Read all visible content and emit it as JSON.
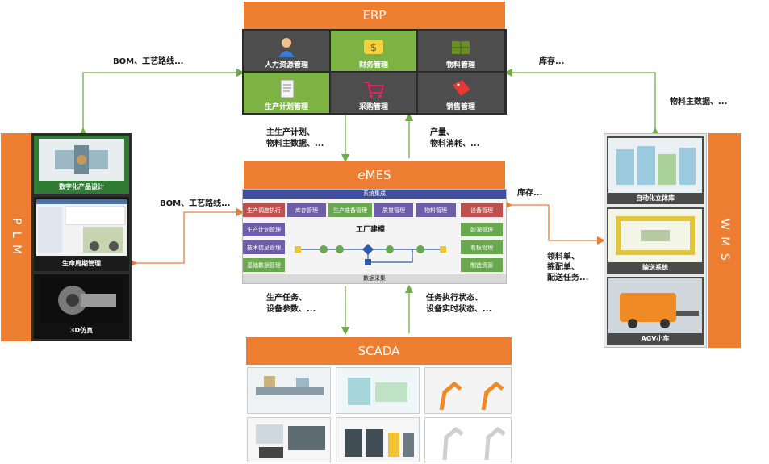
{
  "erp": {
    "title": "ERP",
    "modules": [
      {
        "label": "人力资源管理",
        "icon": "person-icon",
        "color": "#4d4d4d"
      },
      {
        "label": "财务管理",
        "icon": "money-icon",
        "color": "#7cb342"
      },
      {
        "label": "物料管理",
        "icon": "crate-icon",
        "color": "#4d4d4d"
      },
      {
        "label": "生产计划管理",
        "icon": "document-icon",
        "color": "#7cb342"
      },
      {
        "label": "采购管理",
        "icon": "cart-icon",
        "color": "#4d4d4d"
      },
      {
        "label": "销售管理",
        "icon": "sale-tag-icon",
        "color": "#4d4d4d"
      }
    ]
  },
  "emes": {
    "title_prefix": "e",
    "title_suffix": "MES",
    "top_bar": "系统集成",
    "bottom_bar": "数据采集",
    "center_label": "工厂建模",
    "top_row": [
      "生产调度执行",
      "库存管理",
      "生产准备管理",
      "质量管理",
      "物料管理",
      "设备管理"
    ],
    "left_col": [
      "生产计划管理",
      "技术信息管理",
      "基础数据管理"
    ],
    "right_col": [
      "能源管理",
      "看板管理",
      "制造资源"
    ]
  },
  "plm": {
    "title": "P L M",
    "items": [
      {
        "label": "数字化产品设计"
      },
      {
        "label": "生命周期管理"
      },
      {
        "label": "3D仿真"
      }
    ]
  },
  "wms": {
    "title": "W M S",
    "items": [
      {
        "label": "自动化立体库"
      },
      {
        "label": "输送系统"
      },
      {
        "label": "AGV小车"
      }
    ]
  },
  "scada": {
    "title": "SCADA"
  },
  "flows": {
    "plm_erp": "BOM、工艺路线...",
    "plm_mes": "BOM、工艺路线...",
    "erp_to_mes": [
      "主生产计划、",
      "物料主数据、..."
    ],
    "mes_to_erp": [
      "产量、",
      "物料消耗、..."
    ],
    "wms_to_erp": "库存...",
    "erp_to_wms": "物料主数据、...",
    "wms_to_mes": "库存...",
    "mes_to_wms": [
      "领料单、",
      "拣配单、",
      "配送任务..."
    ],
    "mes_to_scada": [
      "生产任务、",
      "设备参数、..."
    ],
    "scada_to_mes": [
      "任务执行状态、",
      "设备实时状态、..."
    ]
  },
  "colors": {
    "orange": "#ed7d31",
    "arrow_green": "#70ad47",
    "arrow_orange": "#ed7d31",
    "mes_blue": "#3f4f9f",
    "mes_purple": "#6c5fa7",
    "mes_green": "#6aa84f",
    "mes_red": "#c0504d"
  }
}
